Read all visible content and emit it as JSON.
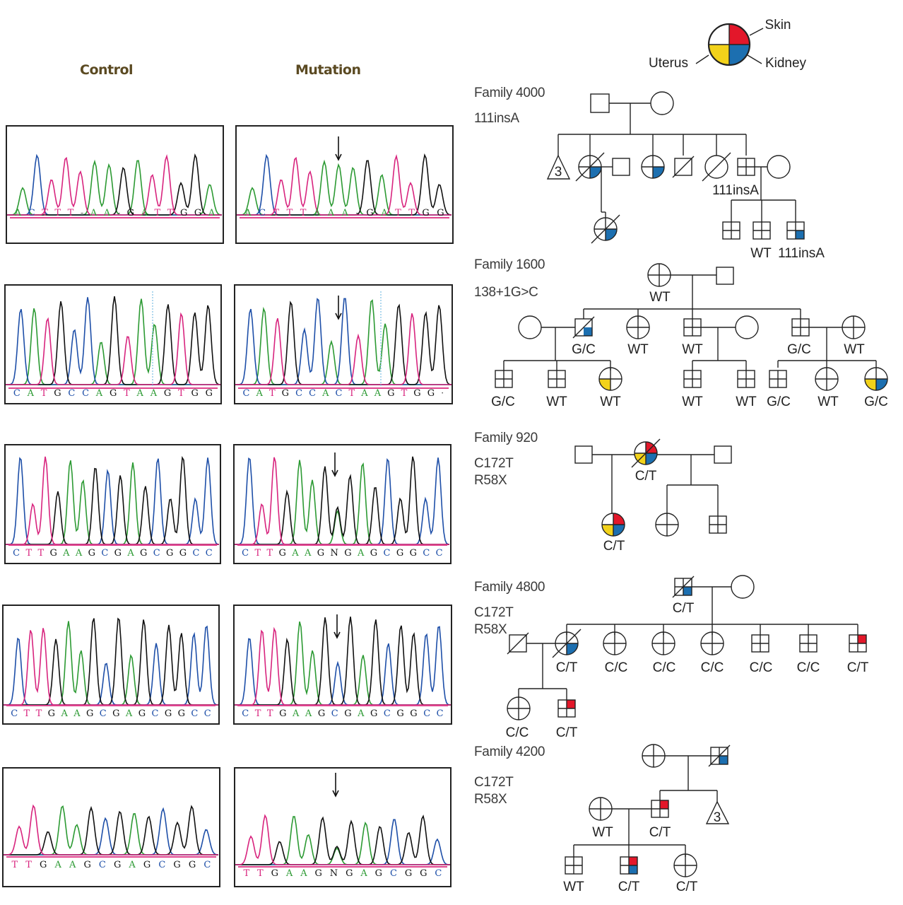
{
  "headers": {
    "control": "Control",
    "mutation": "Mutation"
  },
  "legend": {
    "skin": "Skin",
    "uterus": "Uterus",
    "kidney": "Kidney",
    "colors": {
      "skin": "#e3172a",
      "uterus": "#f2d21a",
      "kidney": "#1c6fb0"
    }
  },
  "traces": [
    {
      "control_seq": "ACTTT-AA-GATTGGA",
      "mutation_seq": "ACTTTAAA-GATTGG"
    },
    {
      "control_seq": "CATGCCAGTAAGTGG",
      "mutation_seq": "CATGCCACTAAGTGG·"
    },
    {
      "control_seq": "CTTGAAGCGAGCGGCC",
      "mutation_seq": "CTTGAAGNGAGCGGCC"
    },
    {
      "control_seq": "CTTGAAGCGAGCGGCC",
      "mutation_seq": "CTTGAAGCGAGCGGCC"
    },
    {
      "control_seq": "TTGAAGCGAGCGGC",
      "mutation_seq": "TTGAAGNGAGCGGC"
    }
  ],
  "families": [
    {
      "name": "Family 4000",
      "variant": "111insA",
      "labels": {
        "ins_parent": "111insA",
        "child_wt": "WT",
        "child_ins": "111insA",
        "sibs": "3"
      }
    },
    {
      "name": "Family 1600",
      "variant": "138+1G>C",
      "labels": {
        "founder": "WT",
        "a": "G/C",
        "b": "WT",
        "c": "WT",
        "d": "G/C",
        "e": "WT",
        "g1": "G/C",
        "g2": "WT",
        "g3": "WT",
        "g4": "WT",
        "g5": "WT",
        "g6": "G/C",
        "g7": "WT",
        "g8": "G/C"
      }
    },
    {
      "name": "Family 920",
      "variant": "C172T",
      "variant2": "R58X",
      "labels": {
        "mother": "C/T",
        "daughter": "C/T"
      }
    },
    {
      "name": "Family 4800",
      "variant": "C172T",
      "variant2": "R58X",
      "labels": {
        "father": "C/T",
        "s1": "C/T",
        "s2": "C/C",
        "s3": "C/C",
        "s4": "C/C",
        "s5": "C/C",
        "s6": "C/C",
        "s7": "C/T",
        "g1": "C/C",
        "g2": "C/T"
      }
    },
    {
      "name": "Family 4200",
      "variant": "C172T",
      "variant2": "R58X",
      "labels": {
        "a": "WT",
        "b": "C/T",
        "sibs": "3",
        "g1": "WT",
        "g2": "C/T",
        "g3": "C/T"
      }
    }
  ]
}
